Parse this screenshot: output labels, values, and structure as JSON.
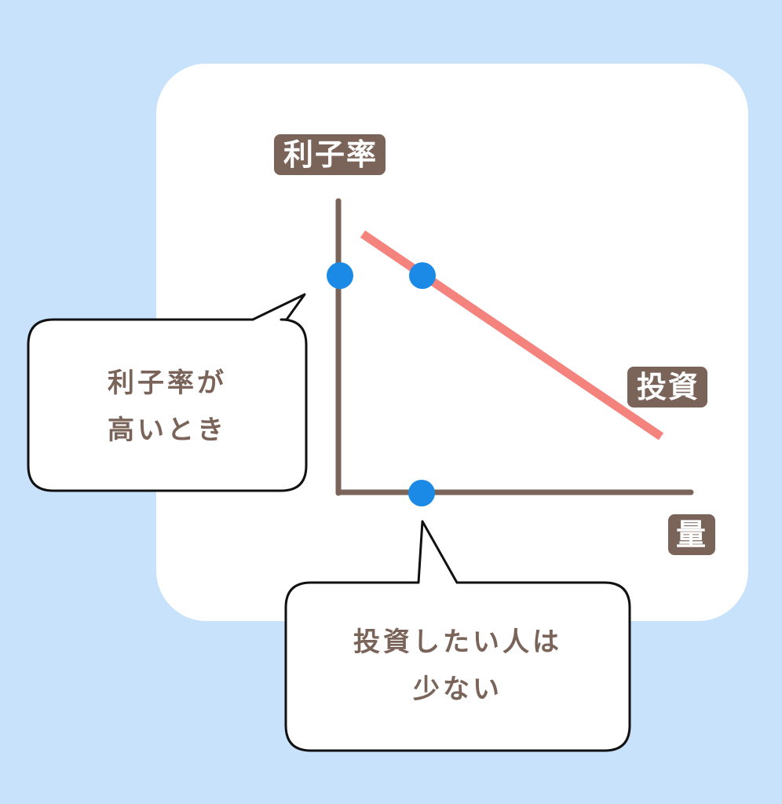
{
  "diagram": {
    "y_axis_label": "利子率",
    "line_label": "投資",
    "x_axis_label": "量"
  },
  "bubbles": {
    "high_rate": {
      "line1": "利子率が",
      "line2": "高いとき"
    },
    "low_investment": {
      "line1": "投資したい人は",
      "line2": "少ない"
    }
  },
  "colors": {
    "background": "#c8e2fc",
    "card": "#ffffff",
    "axis": "#7a6358",
    "investment_line": "#f4837d",
    "points": "#1a8ae6",
    "text": "#7a6358"
  }
}
